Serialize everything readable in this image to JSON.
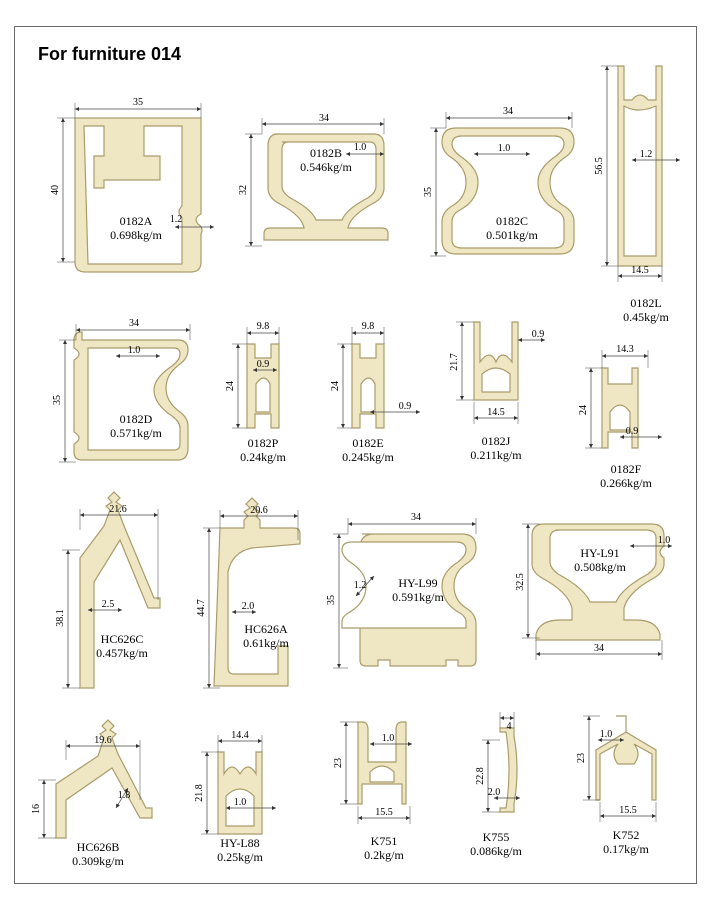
{
  "title": "For furniture 014",
  "colors": {
    "profile_fill": "#efe6c4",
    "profile_stroke": "#a99c6a",
    "dimension_line": "#444444"
  },
  "profiles": [
    {
      "code": "0182A",
      "weight": "0.698kg/m",
      "dims": [
        "35",
        "40",
        "1.2"
      ]
    },
    {
      "code": "0182B",
      "weight": "0.546kg/m",
      "dims": [
        "34",
        "32",
        "1.0"
      ]
    },
    {
      "code": "0182C",
      "weight": "0.501kg/m",
      "dims": [
        "34",
        "35",
        "1.0"
      ]
    },
    {
      "code": "0182L",
      "weight": "0.45kg/m",
      "dims": [
        "56.5",
        "1.2",
        "14.5"
      ]
    },
    {
      "code": "0182D",
      "weight": "0.571kg/m",
      "dims": [
        "34",
        "35",
        "1.0"
      ]
    },
    {
      "code": "0182P",
      "weight": "0.24kg/m",
      "dims": [
        "9.8",
        "24",
        "0.9"
      ]
    },
    {
      "code": "0182E",
      "weight": "0.245kg/m",
      "dims": [
        "9.8",
        "24",
        "0.9"
      ]
    },
    {
      "code": "0182J",
      "weight": "0.211kg/m",
      "dims": [
        "21.7",
        "0.9",
        "14.5"
      ]
    },
    {
      "code": "0182F",
      "weight": "0.266kg/m",
      "dims": [
        "14.3",
        "24",
        "0.9"
      ]
    },
    {
      "code": "HC626C",
      "weight": "0.457kg/m",
      "dims": [
        "21.6",
        "38.1",
        "2.5"
      ]
    },
    {
      "code": "HC626A",
      "weight": "0.61kg/m",
      "dims": [
        "20.6",
        "44.7",
        "2.0"
      ]
    },
    {
      "code": "HY-L99",
      "weight": "0.591kg/m",
      "dims": [
        "34",
        "35",
        "1.2"
      ]
    },
    {
      "code": "HY-L91",
      "weight": "0.508kg/m",
      "dims": [
        "32.5",
        "1.0",
        "34"
      ]
    },
    {
      "code": "HC626B",
      "weight": "0.309kg/m",
      "dims": [
        "19.6",
        "16",
        "1.8"
      ]
    },
    {
      "code": "HY-L88",
      "weight": "0.25kg/m",
      "dims": [
        "14.4",
        "21.8",
        "1.0"
      ]
    },
    {
      "code": "K751",
      "weight": "0.2kg/m",
      "dims": [
        "23",
        "1.0",
        "15.5"
      ]
    },
    {
      "code": "K755",
      "weight": "0.086kg/m",
      "dims": [
        "4",
        "22.8",
        "2.0"
      ]
    },
    {
      "code": "K752",
      "weight": "0.17kg/m",
      "dims": [
        "23",
        "1.0",
        "15.5"
      ]
    }
  ]
}
